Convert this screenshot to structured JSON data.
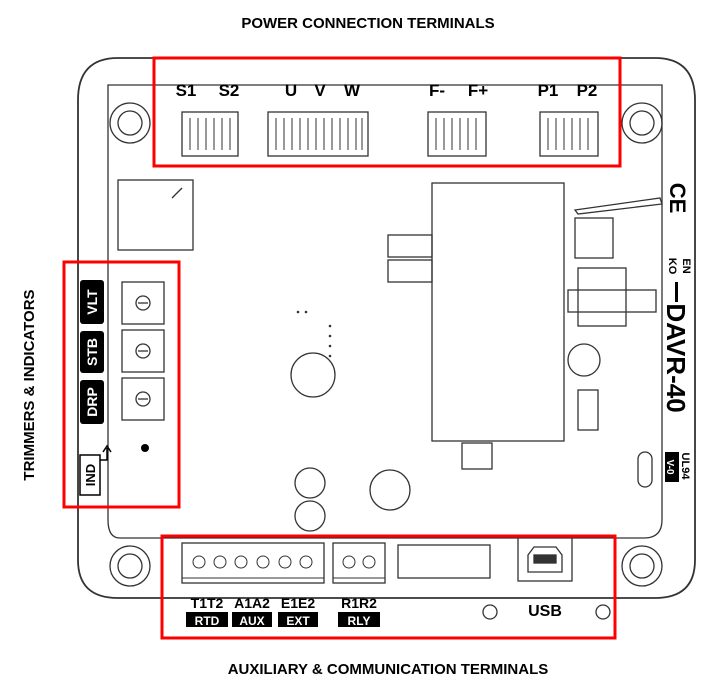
{
  "titles": {
    "top": "POWER CONNECTION TERMINALS",
    "left": "TRIMMERS & INDICATORS",
    "bottom": "AUXILIARY & COMMUNICATION TERMINALS"
  },
  "power_terminals": [
    "S1",
    "S2",
    "U",
    "V",
    "W",
    "F-",
    "F+",
    "P1",
    "P2"
  ],
  "trimmers": [
    "VLT",
    "STB",
    "DRP"
  ],
  "indicator": "IND",
  "aux_terminals": [
    {
      "pins": "T1T2",
      "tag": "RTD"
    },
    {
      "pins": "A1A2",
      "tag": "AUX"
    },
    {
      "pins": "E1E2",
      "tag": "EXT"
    },
    {
      "pins": "R1R2",
      "tag": "RLY"
    }
  ],
  "usb_label": "USB",
  "model": "DAVR-40",
  "lang": {
    "line1": "EN",
    "line2": "KO"
  },
  "ce_mark": "CE",
  "ul": {
    "line1": "UL94",
    "line2": "V-0"
  },
  "colors": {
    "highlight": "#ff0000",
    "outline": "#333333",
    "label_bg": "#000000"
  }
}
